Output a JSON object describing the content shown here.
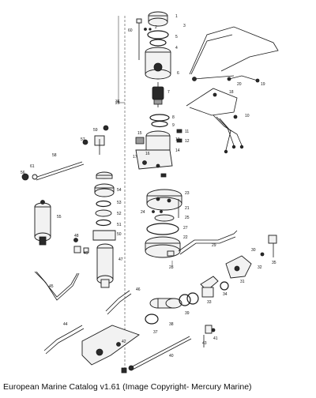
{
  "caption": "European Marine Catalog v1.61 (Image Copyright- Mercury Marine)",
  "diagram_labels": [
    "1",
    "2",
    "3",
    "4",
    "5",
    "6",
    "7",
    "8",
    "9",
    "10",
    "11",
    "12",
    "13",
    "14",
    "15",
    "16",
    "17",
    "18",
    "19",
    "20",
    "21",
    "22",
    "23",
    "24",
    "25",
    "26",
    "27",
    "28",
    "29",
    "30",
    "31",
    "32",
    "33",
    "34",
    "35",
    "36",
    "37",
    "38",
    "39",
    "40",
    "41",
    "42",
    "43",
    "44",
    "45",
    "46",
    "47",
    "48",
    "49",
    "50",
    "51",
    "52",
    "53",
    "54",
    "55",
    "56",
    "57",
    "58",
    "59",
    "60",
    "61"
  ]
}
